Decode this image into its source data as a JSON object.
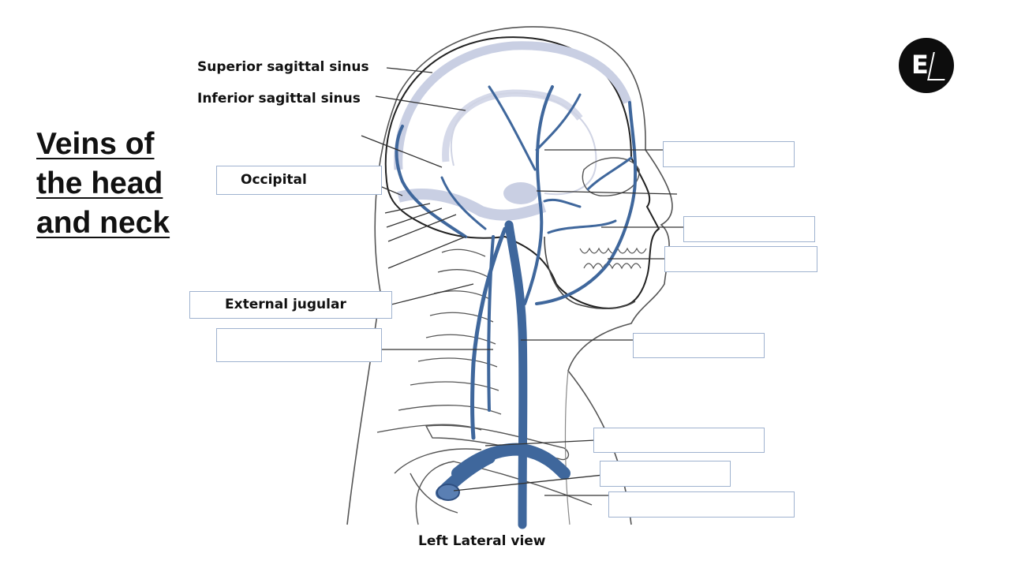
{
  "title": {
    "line1": "Veins of",
    "line2": "the head",
    "line3": "and neck"
  },
  "labels": {
    "superior_sagittal_sinus": "Superior sagittal sinus",
    "inferior_sagittal_sinus": "Inferior sagittal sinus",
    "occipital": "Occipital",
    "external_jugular": "External jugular"
  },
  "caption": "Left Lateral view",
  "logo": {
    "letter": "E"
  },
  "colors": {
    "vein": "#3f679c",
    "sinus": "#c9cfe3",
    "outline": "#555555",
    "box_border": "#9fb2cf"
  }
}
